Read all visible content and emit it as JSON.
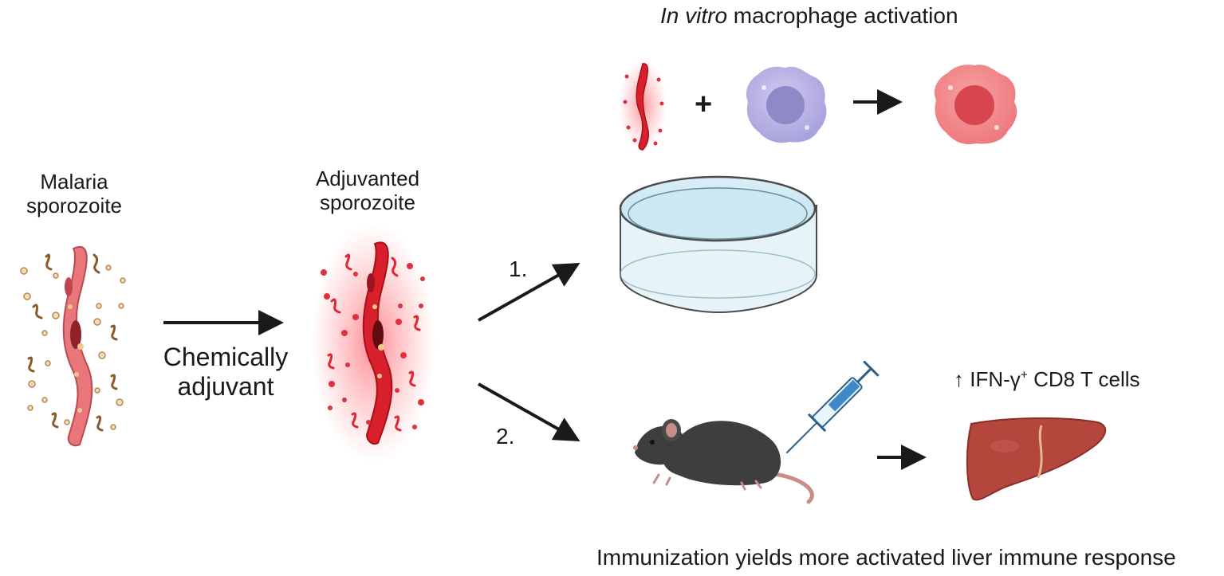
{
  "labels": {
    "in_vitro_italic": "In vitro",
    "in_vitro_rest": " macrophage activation",
    "malaria_line1": "Malaria",
    "malaria_line2": "sporozoite",
    "adjuvanted_line1": "Adjuvanted",
    "adjuvanted_line2": "sporozoite",
    "chemically_line1": "Chemically",
    "chemically_line2": "adjuvant",
    "route_1": "1.",
    "route_2": "2.",
    "ifn_arrow": "↑ IFN-γ",
    "ifn_sup": "+",
    "ifn_rest": " CD8 T cells",
    "plus_sign": "+",
    "immunization": "Immunization yields more activated liver immune response"
  },
  "icons": {
    "sporozoite": "sporozoite-icon",
    "adjuvanted_sporozoite": "glowing-sporozoite-icon",
    "resting_macrophage": "macrophage-icon",
    "activated_macrophage": "activated-macrophage-icon",
    "petri_dish": "petri-dish-icon",
    "mouse": "mouse-icon",
    "syringe": "syringe-icon",
    "liver": "liver-icon"
  },
  "colors": {
    "sporozoite_body": "#e8767a",
    "adjuvant_red": "#d8202c",
    "resting_macrophage": "#b7b2e3",
    "activated_macrophage": "#f07e82",
    "liver": "#b4463c",
    "mouse": "#3e3e3e",
    "arrow": "#1a1a1a"
  }
}
